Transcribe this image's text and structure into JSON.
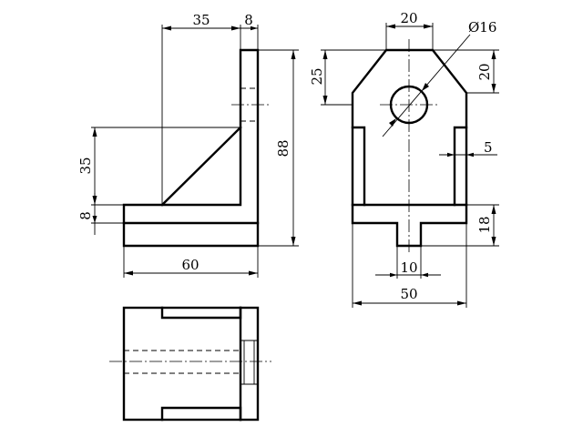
{
  "drawing": {
    "front_view": {
      "dim_width_top": "35",
      "dim_wall": "8",
      "dim_rib_height": "35",
      "dim_base": "8",
      "dim_total_height": "88",
      "dim_total_width": "60"
    },
    "side_view": {
      "dim_top_width": "20",
      "dim_hole": "Ø16",
      "dim_left_chamfer": "25",
      "dim_right_chamfer": "20",
      "dim_slot": "5",
      "dim_base_height": "18",
      "dim_tab_width": "10",
      "dim_total_width": "50"
    },
    "top_view": {}
  }
}
